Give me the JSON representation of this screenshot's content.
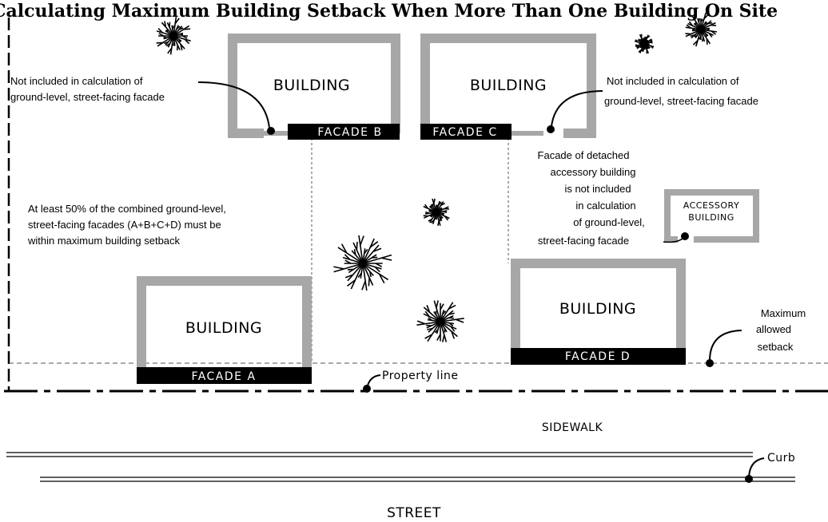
{
  "title": "Calculating Maximum Building Setback When More Than One Building On Site",
  "buildings": {
    "b": {
      "label": "BUILDING",
      "facade": "FACADE B"
    },
    "c": {
      "label": "BUILDING",
      "facade": "FACADE C"
    },
    "a": {
      "label": "BUILDING",
      "facade": "FACADE A"
    },
    "d": {
      "label": "BUILDING",
      "facade": "FACADE D"
    },
    "accessory": {
      "line1": "ACCESSORY",
      "line2": "BUILDING"
    }
  },
  "notes": {
    "left_not_included": [
      "Not included in calculation of",
      "ground-level, street-facing facade"
    ],
    "right_not_included": [
      "Not included in calculation of",
      "ground-level, street-facing facade"
    ],
    "accessory_note": [
      "Facade of detached",
      "accessory building",
      "is not included",
      "in calculation",
      "of ground-level,",
      "street-facing facade"
    ],
    "combined_rule": [
      "At least 50% of the combined ground-level,",
      "street-facing facades (A+B+C+D) must be",
      "within maximum building setback"
    ],
    "max_setback": [
      "Maximum",
      "allowed",
      "setback"
    ]
  },
  "labels": {
    "property_line": "Property line",
    "sidewalk": "SIDEWALK",
    "curb": "Curb",
    "street": "STREET"
  },
  "colors": {
    "wall": "#a7a7a7",
    "facade": "#000000",
    "ink": "#000000",
    "background": "#ffffff"
  }
}
